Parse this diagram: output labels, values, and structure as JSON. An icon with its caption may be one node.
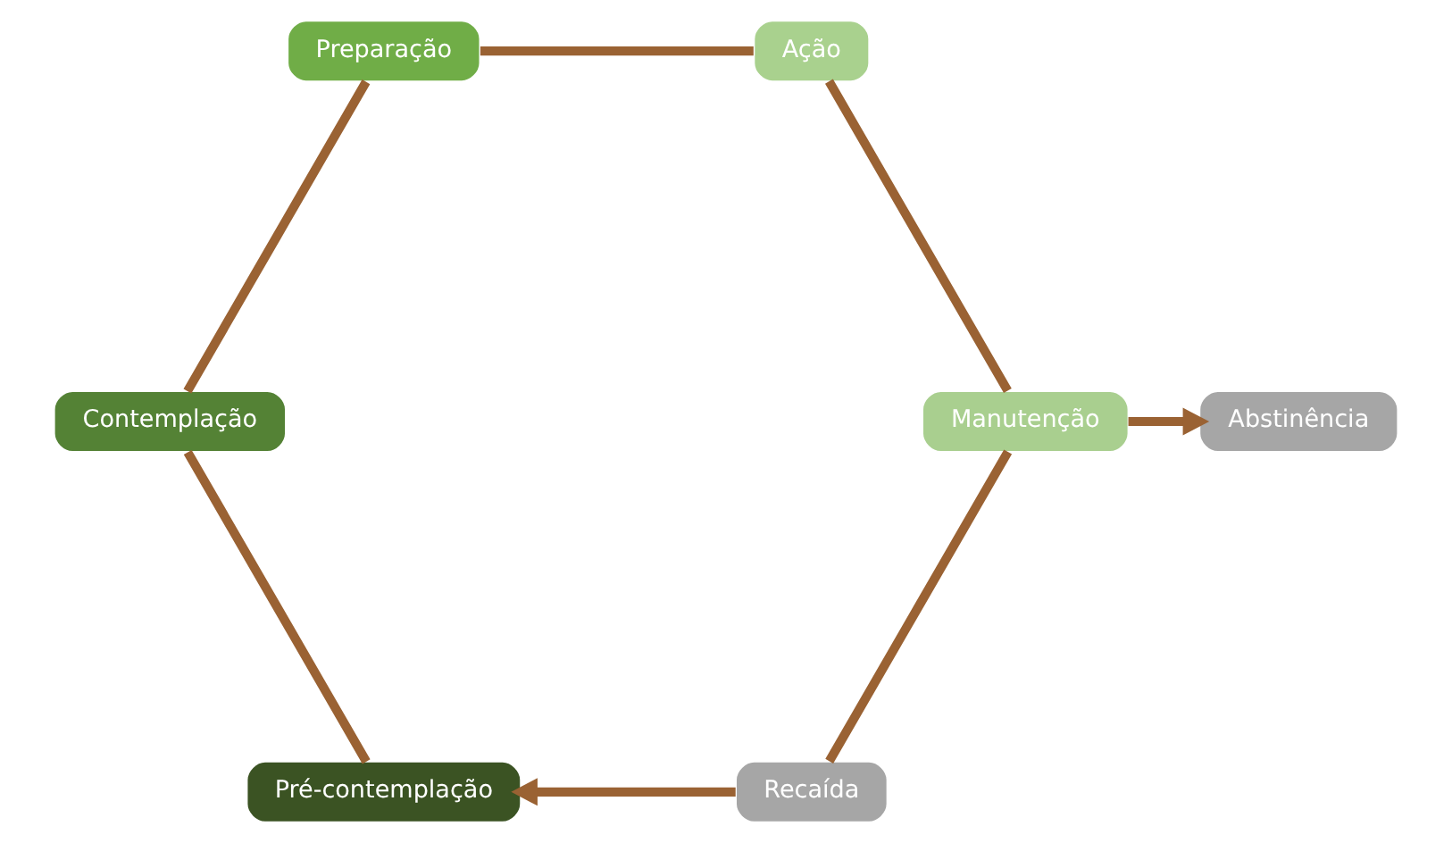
{
  "diagram": {
    "nodes": [
      {
        "text": [
          "Pré-contemplação"
        ]
      },
      {
        "text": [
          "Contemplação"
        ]
      },
      {
        "text": [
          "Preparação"
        ]
      },
      {
        "text": [
          "Ação"
        ]
      },
      {
        "text": [
          "Manutenção"
        ]
      },
      {
        "text": [
          "Recaída"
        ]
      },
      {
        "text": [
          "Abstinência"
        ]
      }
    ],
    "edges": [
      {
        "from": 0,
        "to": 1,
        "arrow": "none"
      },
      {
        "from": 1,
        "to": 2,
        "arrow": "none"
      },
      {
        "from": 2,
        "to": 3,
        "arrow": "none"
      },
      {
        "from": 3,
        "to": 4,
        "arrow": "none"
      },
      {
        "from": 4,
        "to": 5,
        "arrow": "none"
      },
      {
        "from": 5,
        "to": 0,
        "arrow": "to"
      },
      {
        "from": 4,
        "to": 6,
        "arrow": "to"
      }
    ]
  }
}
